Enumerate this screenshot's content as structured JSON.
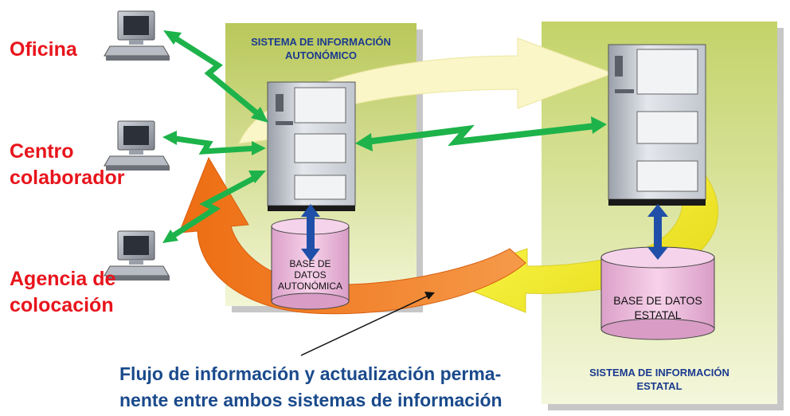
{
  "nodes": {
    "oficina": "Oficina",
    "centro_line1": "Centro",
    "centro_line2": "colaborador",
    "agencia_line1": "Agencia de",
    "agencia_line2": "colocación"
  },
  "panels": {
    "autonomico_line1": "SISTEMA DE INFORMACIÓN",
    "autonomico_line2": "AUTONÓMICO",
    "estatal_line1": "SISTEMA DE INFORMACIÓN",
    "estatal_line2": "ESTATAL"
  },
  "databases": {
    "autonomica_line1": "BASE DE",
    "autonomica_line2": "DATOS",
    "autonomica_line3": "AUTONÓMICA",
    "estatal_line1": "BASE DE DATOS",
    "estatal_line2": "ESTATAL"
  },
  "caption": {
    "line1": "Flujo de información y actualización perma-",
    "line2": "nente entre ambos sistemas de información"
  },
  "colors": {
    "node_label": "#e8141c",
    "panel_title": "#1b3a8f",
    "caption": "#1a4a8c",
    "link_arrow": "#1db34a",
    "flow_orange": "#f07a1e",
    "flow_yellow": "#f2ec2a",
    "panel_fill": "#c9d77a",
    "database_fill": "#f2bfe0"
  },
  "icons": [
    "desktop-computer-icon",
    "server-tower-icon",
    "database-cylinder-icon",
    "lightning-link-arrow-icon"
  ]
}
